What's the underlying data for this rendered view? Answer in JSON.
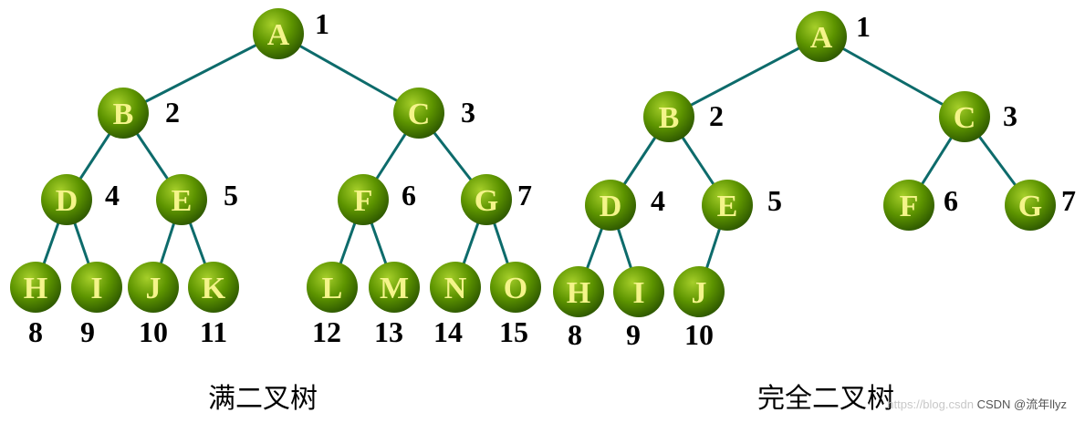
{
  "colors": {
    "edge": "#0d6b6b",
    "node_light": "#a6cf2a",
    "node_mid": "#5d9400",
    "node_dark": "#2f5a00",
    "node_text": "#f4f48a"
  },
  "trees": [
    {
      "id": "full",
      "caption": "满二叉树",
      "nodes": [
        {
          "label": "A",
          "index": "1"
        },
        {
          "label": "B",
          "index": "2"
        },
        {
          "label": "C",
          "index": "3"
        },
        {
          "label": "D",
          "index": "4"
        },
        {
          "label": "E",
          "index": "5"
        },
        {
          "label": "F",
          "index": "6"
        },
        {
          "label": "G",
          "index": "7"
        },
        {
          "label": "H",
          "index": "8"
        },
        {
          "label": "I",
          "index": "9"
        },
        {
          "label": "J",
          "index": "10"
        },
        {
          "label": "K",
          "index": "11"
        },
        {
          "label": "L",
          "index": "12"
        },
        {
          "label": "M",
          "index": "13"
        },
        {
          "label": "N",
          "index": "14"
        },
        {
          "label": "O",
          "index": "15"
        }
      ],
      "edges": [
        [
          "A",
          "B"
        ],
        [
          "A",
          "C"
        ],
        [
          "B",
          "D"
        ],
        [
          "B",
          "E"
        ],
        [
          "C",
          "F"
        ],
        [
          "C",
          "G"
        ],
        [
          "D",
          "H"
        ],
        [
          "D",
          "I"
        ],
        [
          "E",
          "J"
        ],
        [
          "E",
          "K"
        ],
        [
          "F",
          "L"
        ],
        [
          "F",
          "M"
        ],
        [
          "G",
          "N"
        ],
        [
          "G",
          "O"
        ]
      ]
    },
    {
      "id": "complete",
      "caption": "完全二叉树",
      "nodes": [
        {
          "label": "A",
          "index": "1"
        },
        {
          "label": "B",
          "index": "2"
        },
        {
          "label": "C",
          "index": "3"
        },
        {
          "label": "D",
          "index": "4"
        },
        {
          "label": "E",
          "index": "5"
        },
        {
          "label": "F",
          "index": "6"
        },
        {
          "label": "G",
          "index": "7"
        },
        {
          "label": "H",
          "index": "8"
        },
        {
          "label": "I",
          "index": "9"
        },
        {
          "label": "J",
          "index": "10"
        }
      ],
      "edges": [
        [
          "A",
          "B"
        ],
        [
          "A",
          "C"
        ],
        [
          "B",
          "D"
        ],
        [
          "B",
          "E"
        ],
        [
          "C",
          "F"
        ],
        [
          "C",
          "G"
        ],
        [
          "D",
          "H"
        ],
        [
          "D",
          "I"
        ],
        [
          "E",
          "J"
        ]
      ]
    }
  ],
  "watermark": {
    "faint": "https://blog.csdn",
    "credit": "CSDN @流年llyz"
  }
}
